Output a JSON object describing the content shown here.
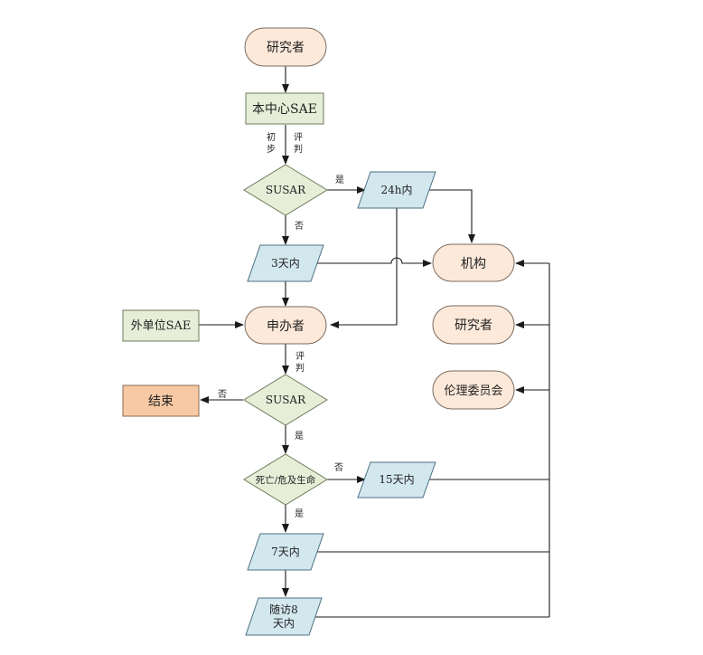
{
  "colors": {
    "terminal_fill": "#fde9da",
    "terminal_stroke": "#7a6a5e",
    "process_fill": "#e6eed8",
    "process_stroke": "#6e7a5a",
    "decision_fill": "#e6eed8",
    "decision_stroke": "#6e7a5a",
    "parallelogram_fill": "#d3e7ef",
    "parallelogram_stroke": "#4c7082",
    "end_fill": "#f7c9a4",
    "end_stroke": "#8a6a55",
    "line": "#1a1a1a"
  },
  "nodes": {
    "researcher_top": "研究者",
    "local_sae": "本中心SAE",
    "susar_1": "SUSAR",
    "within_24h": "24h内",
    "within_3d": "3天内",
    "institution": "机构",
    "external_sae": "外单位SAE",
    "sponsor": "申办者",
    "researcher_right": "研究者",
    "ethics_committee": "伦理委员会",
    "end": "结束",
    "susar_2": "SUSAR",
    "death_life_threat": "死亡/危及生命",
    "within_15d": "15天内",
    "within_7d": "7天内",
    "followup_line1": "随访8",
    "followup_line2": "天内"
  },
  "edge_labels": {
    "initial_col1": [
      "初",
      "步"
    ],
    "initial_col2": [
      "评",
      "判"
    ],
    "yes_1": "是",
    "no_1": "否",
    "evaluate": [
      "评",
      "判"
    ],
    "no_2": "否",
    "yes_2": "是",
    "no_3": "否",
    "yes_3": "是"
  }
}
